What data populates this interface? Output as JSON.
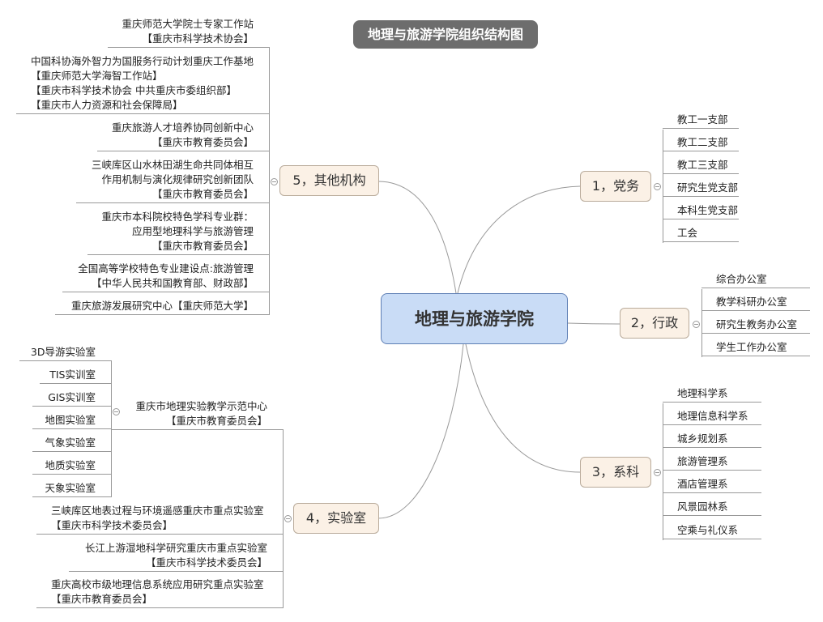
{
  "title": "地理与旅游学院组织结构图",
  "center": "地理与旅游学院",
  "branches": [
    {
      "label": "1，党务",
      "children": [
        {
          "lines": [
            "教工一支部"
          ]
        },
        {
          "lines": [
            "教工二支部"
          ]
        },
        {
          "lines": [
            "教工三支部"
          ]
        },
        {
          "lines": [
            "研究生党支部"
          ]
        },
        {
          "lines": [
            "本科生党支部"
          ]
        },
        {
          "lines": [
            "工会"
          ]
        }
      ]
    },
    {
      "label": "2，行政",
      "children": [
        {
          "lines": [
            "综合办公室"
          ]
        },
        {
          "lines": [
            "教学科研办公室"
          ]
        },
        {
          "lines": [
            "研究生教务办公室"
          ]
        },
        {
          "lines": [
            "学生工作办公室"
          ]
        }
      ]
    },
    {
      "label": "3，系科",
      "children": [
        {
          "lines": [
            "地理科学系"
          ]
        },
        {
          "lines": [
            "地理信息科学系"
          ]
        },
        {
          "lines": [
            "城乡规划系"
          ]
        },
        {
          "lines": [
            "旅游管理系"
          ]
        },
        {
          "lines": [
            "酒店管理系"
          ]
        },
        {
          "lines": [
            "风景园林系"
          ]
        },
        {
          "lines": [
            "空乘与礼仪系"
          ]
        }
      ]
    },
    {
      "label": "4，实验室",
      "children": [
        {
          "lines": [
            "重庆市地理实验教学示范中心",
            "【重庆市教育委员会】"
          ],
          "children": [
            {
              "lines": [
                "3D导游实验室"
              ]
            },
            {
              "lines": [
                "TIS实训室"
              ]
            },
            {
              "lines": [
                "GIS实训室"
              ]
            },
            {
              "lines": [
                "地图实验室"
              ]
            },
            {
              "lines": [
                "气象实验室"
              ]
            },
            {
              "lines": [
                "地质实验室"
              ]
            },
            {
              "lines": [
                "天象实验室"
              ]
            }
          ]
        },
        {
          "lines": [
            "三峡库区地表过程与环境遥感重庆市重点实验室",
            "【重庆市科学技术委员会】"
          ]
        },
        {
          "lines": [
            "长江上游湿地科学研究重庆市重点实验室",
            "【重庆市科学技术委员会】"
          ]
        },
        {
          "lines": [
            "重庆高校市级地理信息系统应用研究重点实验室",
            "【重庆市教育委员会】"
          ]
        }
      ]
    },
    {
      "label": "5，其他机构",
      "children": [
        {
          "lines": [
            "重庆师范大学院士专家工作站",
            "【重庆市科学技术协会】"
          ]
        },
        {
          "lines": [
            "中国科协海外智力为国服务行动计划重庆工作基地",
            "【重庆师范大学海智工作站】",
            "【重庆市科学技术协会  中共重庆市委组织部】",
            "【重庆市人力资源和社会保障局】"
          ]
        },
        {
          "lines": [
            "重庆旅游人才培养协同创新中心",
            "【重庆市教育委员会】"
          ]
        },
        {
          "lines": [
            "三峡库区山水林田湖生命共同体相互",
            "作用机制与演化规律研究创新团队",
            "【重庆市教育委员会】"
          ]
        },
        {
          "lines": [
            "重庆市本科院校特色学科专业群：",
            "应用型地理科学与旅游管理",
            "【重庆市教育委员会】"
          ]
        },
        {
          "lines": [
            "全国高等学校特色专业建设点:旅游管理",
            "【中华人民共和国教育部、财政部】"
          ]
        },
        {
          "lines": [
            "重庆旅游发展研究中心【重庆师范大学】"
          ]
        }
      ]
    }
  ]
}
